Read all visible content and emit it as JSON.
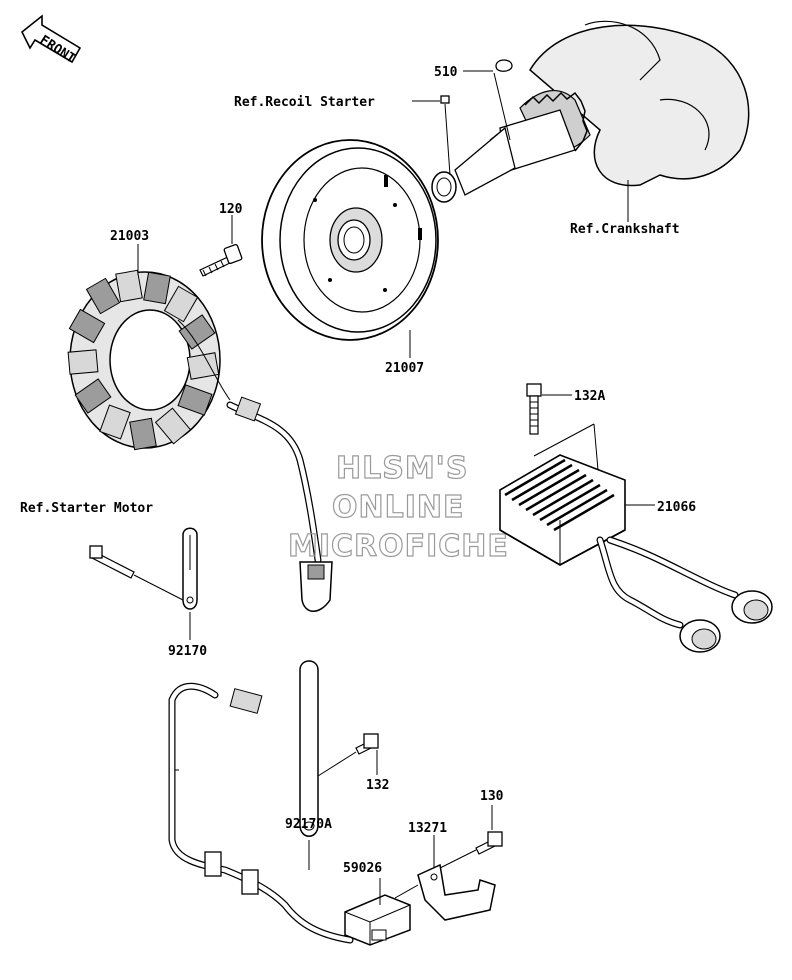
{
  "labels": {
    "front": "FRONT",
    "p510": "510",
    "ref_recoil": "Ref.Recoil Starter",
    "ref_crank": "Ref.Crankshaft",
    "p120": "120",
    "p21003": "21003",
    "p21007": "21007",
    "p132a": "132A",
    "p21066": "21066",
    "ref_starter": "Ref.Starter Motor",
    "p92170": "92170",
    "p132": "132",
    "p92170a": "92170A",
    "p130": "130",
    "p13271": "13271",
    "p59026": "59026"
  },
  "watermark": {
    "line1": "HLSM'S",
    "line2": "ONLINE",
    "line3": "MICROFICHE"
  }
}
